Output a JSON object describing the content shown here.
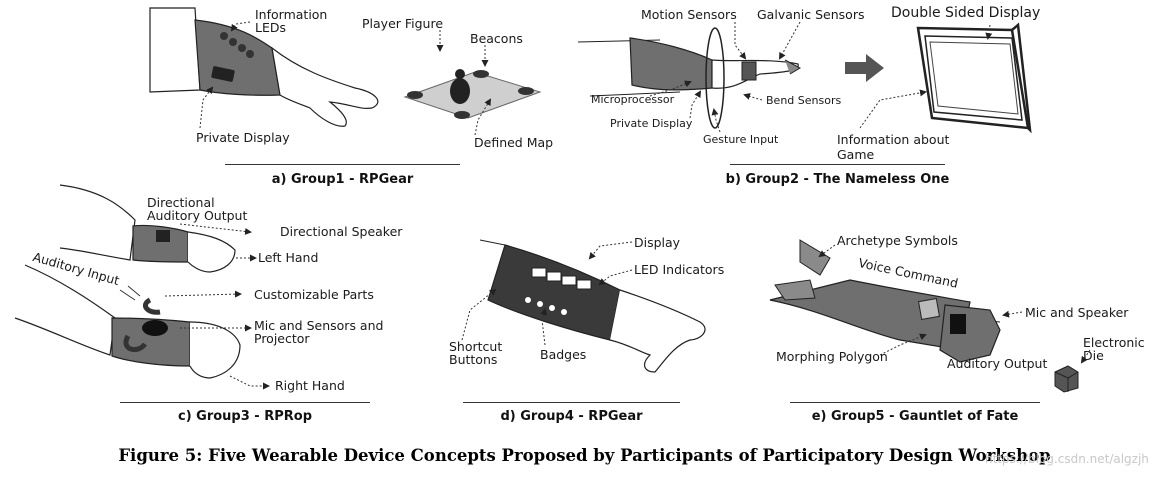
{
  "figure_caption": "Figure 5: Five Wearable Device Concepts Proposed by Participants of Participatory Design Workshop",
  "watermark": "https://blog.csdn.net/algzjh",
  "panels": {
    "a": {
      "caption": "a) Group1 - RPGear",
      "labels": [
        "Information\nLEDs",
        "Player Figure",
        "Beacons",
        "Private Display",
        "Defined Map"
      ]
    },
    "b": {
      "caption": "b) Group2 - The Nameless One",
      "labels": [
        "Motion Sensors",
        "Galvanic Sensors",
        "Double Sided Display",
        "Microprocessor",
        "Bend Sensors",
        "Private Display",
        "Gesture Input",
        "Information about\nGame"
      ]
    },
    "c": {
      "caption": "c) Group3 - RPRop",
      "labels": [
        "Directional\nAuditory Output",
        "Directional Speaker",
        "Left Hand",
        "Auditory Input",
        "Customizable Parts",
        "Mic and Sensors and\nProjector",
        "Right Hand"
      ]
    },
    "d": {
      "caption": "d) Group4 - RPGear",
      "labels": [
        "Display",
        "LED Indicators",
        "Shortcut\nButtons",
        "Badges"
      ]
    },
    "e": {
      "caption": "e) Group5 - Gauntlet of Fate",
      "labels": [
        "Archetype Symbols",
        "Voice Command",
        "Mic and Speaker",
        "Electronic\nDie",
        "Morphing Polygon",
        "Auditory Output"
      ]
    }
  },
  "colors": {
    "device": "#6f6f6f",
    "device_dark": "#3a3a3a",
    "outline": "#222222",
    "map": "#cfcfcf"
  }
}
